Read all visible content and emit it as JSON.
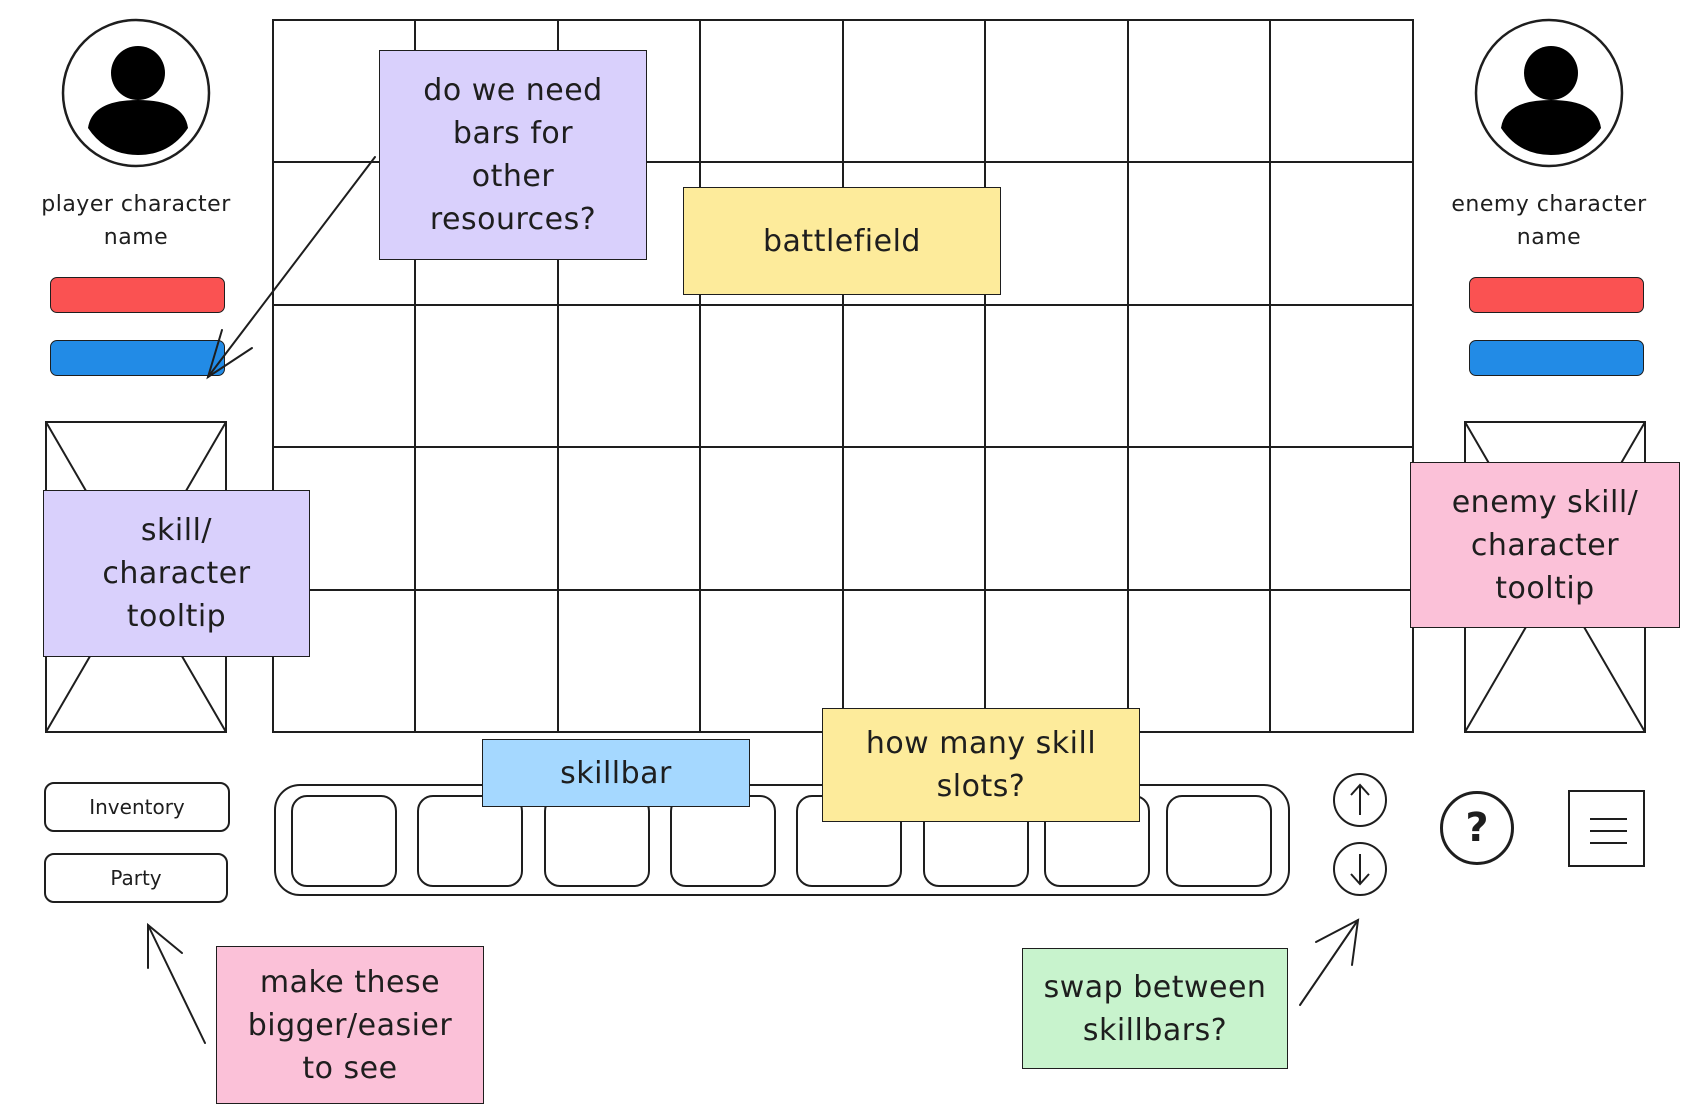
{
  "player": {
    "name": "player character\nname",
    "health_color": "#fa5252",
    "mana_color": "#228be6"
  },
  "enemy": {
    "name": "enemy character\nname",
    "health_color": "#fa5252",
    "mana_color": "#228be6"
  },
  "buttons": {
    "inventory": "Inventory",
    "party": "Party"
  },
  "skillbar": {
    "slot_count": 8
  },
  "icons": {
    "scroll_up": "up-arrow-icon",
    "scroll_down": "down-arrow-icon",
    "help": "question-mark-icon",
    "menu": "hamburger-menu-icon",
    "portrait": "user-avatar-icon",
    "placeholder": "image-placeholder-icon"
  },
  "help_glyph": "?",
  "notes": {
    "resources": "do we need\nbars for\nother\nresources?",
    "battlefield": "battlefield",
    "player_tooltip": "skill/\ncharacter\ntooltip",
    "enemy_tooltip": "enemy skill/\ncharacter\ntooltip",
    "skillbar": "skillbar",
    "skill_slots": "how many skill\nslots?",
    "bigger": "make these\nbigger/easier\nto see",
    "swap": "swap between\nskillbars?"
  },
  "colors": {
    "purple": "#d9d0fc",
    "yellow": "#fdeb9b",
    "blue": "#a5d8ff",
    "pink": "#fbc1d8",
    "green": "#c8f3cd"
  }
}
